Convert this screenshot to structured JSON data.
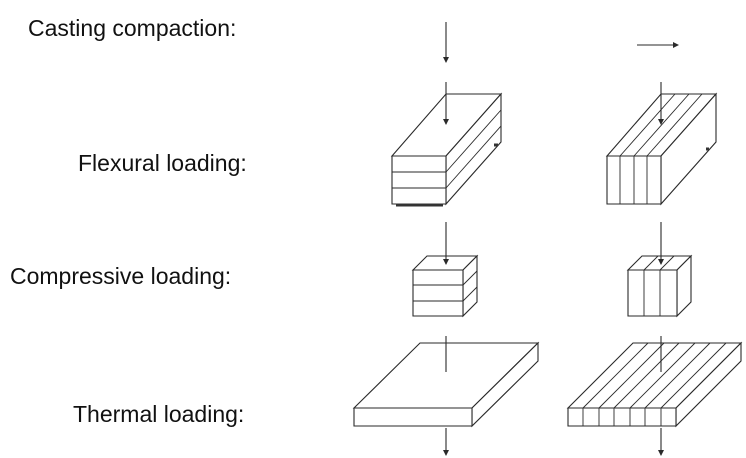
{
  "rows": {
    "casting": "Casting compaction:",
    "flexural": "Flexural loading:",
    "compressive": "Compressive loading:",
    "thermal": "Thermal loading:"
  },
  "colors": {
    "line": "#2a2a2a",
    "text": "#111111"
  },
  "icons": {
    "casting_left": "arrow-down-icon",
    "casting_right": "arrow-right-icon"
  }
}
